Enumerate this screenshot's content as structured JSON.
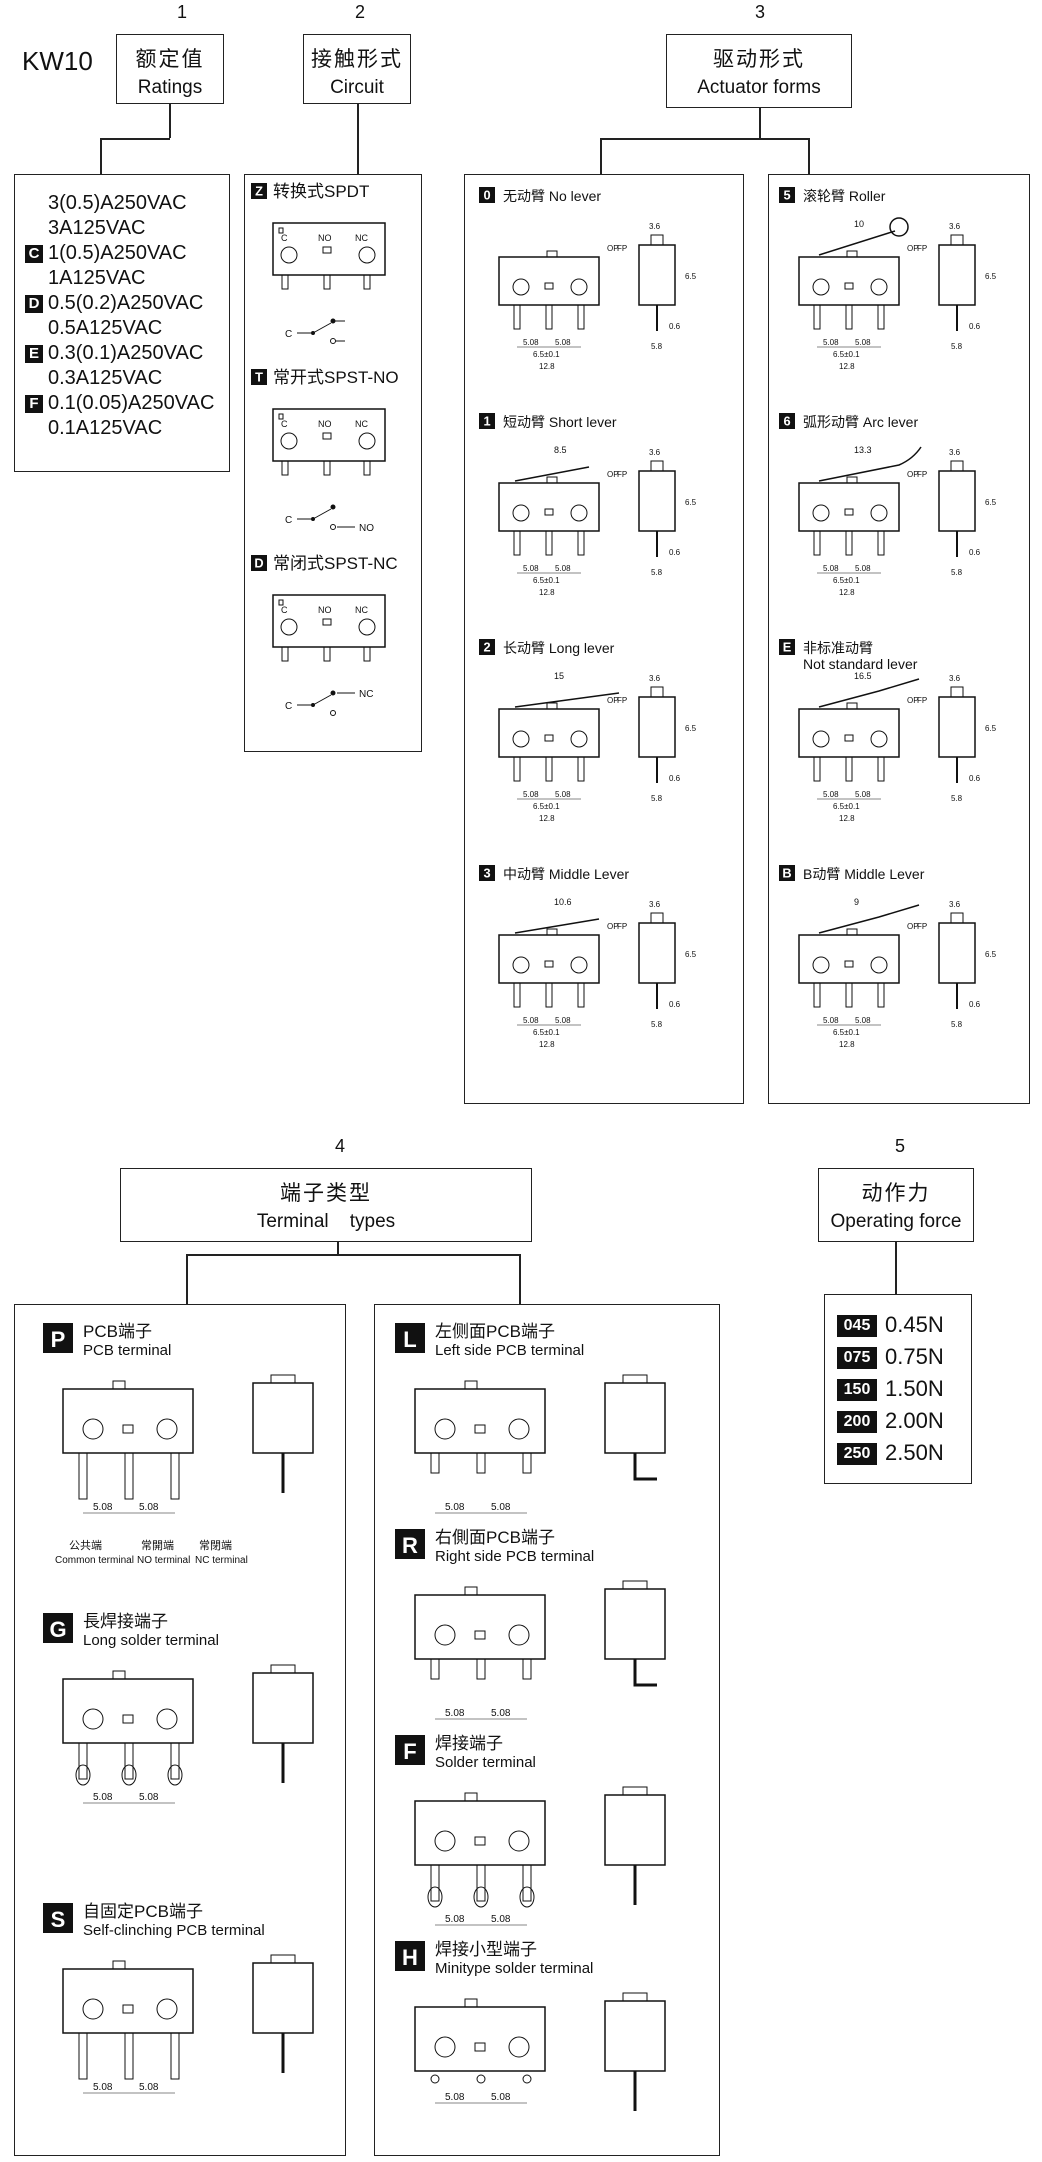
{
  "model": "KW10",
  "sections": {
    "n1": "1",
    "n2": "2",
    "n3": "3",
    "n4": "4",
    "n5": "5"
  },
  "ratings": {
    "cn": "额定值",
    "en": "Ratings",
    "items": [
      {
        "code": "",
        "l1": "3(0.5)A250VAC",
        "l2": "3A125VAC"
      },
      {
        "code": "C",
        "l1": "1(0.5)A250VAC",
        "l2": "1A125VAC"
      },
      {
        "code": "D",
        "l1": "0.5(0.2)A250VAC",
        "l2": "0.5A125VAC"
      },
      {
        "code": "E",
        "l1": "0.3(0.1)A250VAC",
        "l2": "0.3A125VAC"
      },
      {
        "code": "F",
        "l1": "0.1(0.05)A250VAC",
        "l2": "0.1A125VAC"
      }
    ]
  },
  "circuit": {
    "cn": "接触形式",
    "en": "Circuit",
    "items": [
      {
        "code": "Z",
        "label": "转换式SPDT"
      },
      {
        "code": "T",
        "label": "常开式SPST-NO"
      },
      {
        "code": "D",
        "label": "常闭式SPST-NC"
      }
    ],
    "pins": {
      "c": "C",
      "no": "NO",
      "nc": "NC"
    }
  },
  "actuator": {
    "cn": "驱动形式",
    "en": "Actuator forms",
    "left": [
      {
        "code": "0",
        "label": "无动臂 No lever",
        "len": ""
      },
      {
        "code": "1",
        "label": "短动臂 Short lever",
        "len": "8.5"
      },
      {
        "code": "2",
        "label": "长动臂 Long lever",
        "len": "15"
      },
      {
        "code": "3",
        "label": "中动臂 Middle Lever",
        "len": "10.6"
      }
    ],
    "right": [
      {
        "code": "5",
        "label": "滚轮臂 Roller",
        "len": "10"
      },
      {
        "code": "6",
        "label": "弧形动臂 Arc lever",
        "len": "13.3"
      },
      {
        "code": "E",
        "label": "非标准动臂",
        "label2": "Not standard lever",
        "len": "16.5"
      },
      {
        "code": "B",
        "label": "B动臂 Middle Lever",
        "len": "9"
      }
    ],
    "dims": {
      "d1": "5.08",
      "d2": "5.08",
      "d3": "6.5±0.1",
      "d4": "12.8",
      "op": "OP",
      "fp": "FP",
      "w": "3.6",
      "h": "6.5",
      "t": "0.6",
      "b": "5.8"
    }
  },
  "terminal": {
    "cn": "端子类型",
    "en": "Terminal    types",
    "left": [
      {
        "code": "P",
        "cn": "PCB端子",
        "en": "PCB terminal"
      },
      {
        "code": "G",
        "cn": "長焊接端子",
        "en": "Long solder  terminal"
      },
      {
        "code": "S",
        "cn": "自固定PCB端子",
        "en": "Self-clinching PCB terminal"
      }
    ],
    "right": [
      {
        "code": "L",
        "cn": "左侧面PCB端子",
        "en": "Left side  PCB  terminal"
      },
      {
        "code": "R",
        "cn": "右側面PCB端子",
        "en": "Right side  PCB  terminal"
      },
      {
        "code": "F",
        "cn": "焊接端子",
        "en": "Solder  terminal"
      },
      {
        "code": "H",
        "cn": "焊接小型端子",
        "en": "Minitype solder terminal"
      }
    ],
    "pcb_labels": {
      "common_cn": "公共端",
      "common_en": "Common terminal",
      "no_cn": "常開端",
      "no_en": "NO terminal",
      "nc_cn": "常閉端",
      "nc_en": "NC terminal"
    },
    "dims": {
      "p": "5.08"
    }
  },
  "force": {
    "cn": "动作力",
    "en": "Operating force",
    "items": [
      {
        "code": "045",
        "value": "0.45N"
      },
      {
        "code": "075",
        "value": "0.75N"
      },
      {
        "code": "150",
        "value": "1.50N"
      },
      {
        "code": "200",
        "value": "2.00N"
      },
      {
        "code": "250",
        "value": "2.50N"
      }
    ]
  }
}
